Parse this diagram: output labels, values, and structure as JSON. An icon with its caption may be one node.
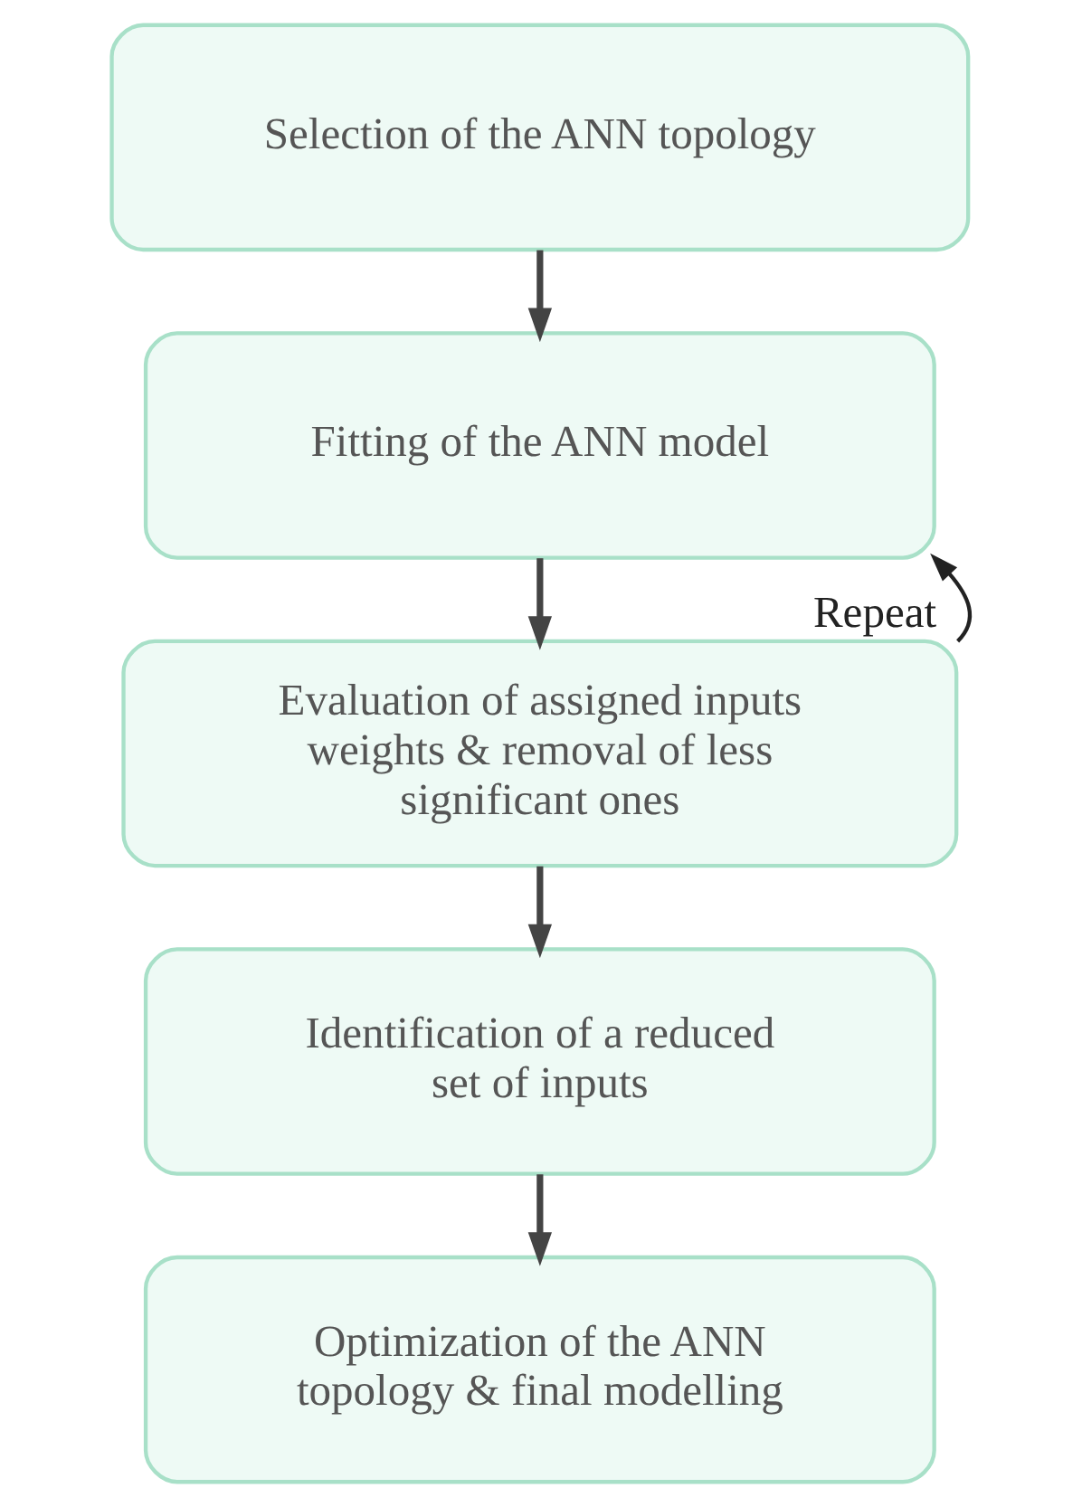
{
  "diagram": {
    "nodes": [
      {
        "text": [
          "Selection of the ANN topology"
        ]
      },
      {
        "text": [
          "Fitting of the ANN model"
        ]
      },
      {
        "text": [
          "Evaluation of assigned inputs weights & removal of less significant ones"
        ]
      },
      {
        "text": [
          "Identification of a reduced set of inputs"
        ]
      },
      {
        "text": [
          "Optimization of the ANN topology & final modelling"
        ]
      }
    ],
    "edges": [
      {
        "from": 0,
        "to": 1,
        "arrow": "to"
      },
      {
        "from": 1,
        "to": 2,
        "arrow": "to"
      },
      {
        "from": 2,
        "to": 3,
        "arrow": "to"
      },
      {
        "from": 3,
        "to": 4,
        "arrow": "to"
      },
      {
        "from": 2,
        "to": 1,
        "arrow": "to",
        "label": "Repeat"
      }
    ]
  }
}
